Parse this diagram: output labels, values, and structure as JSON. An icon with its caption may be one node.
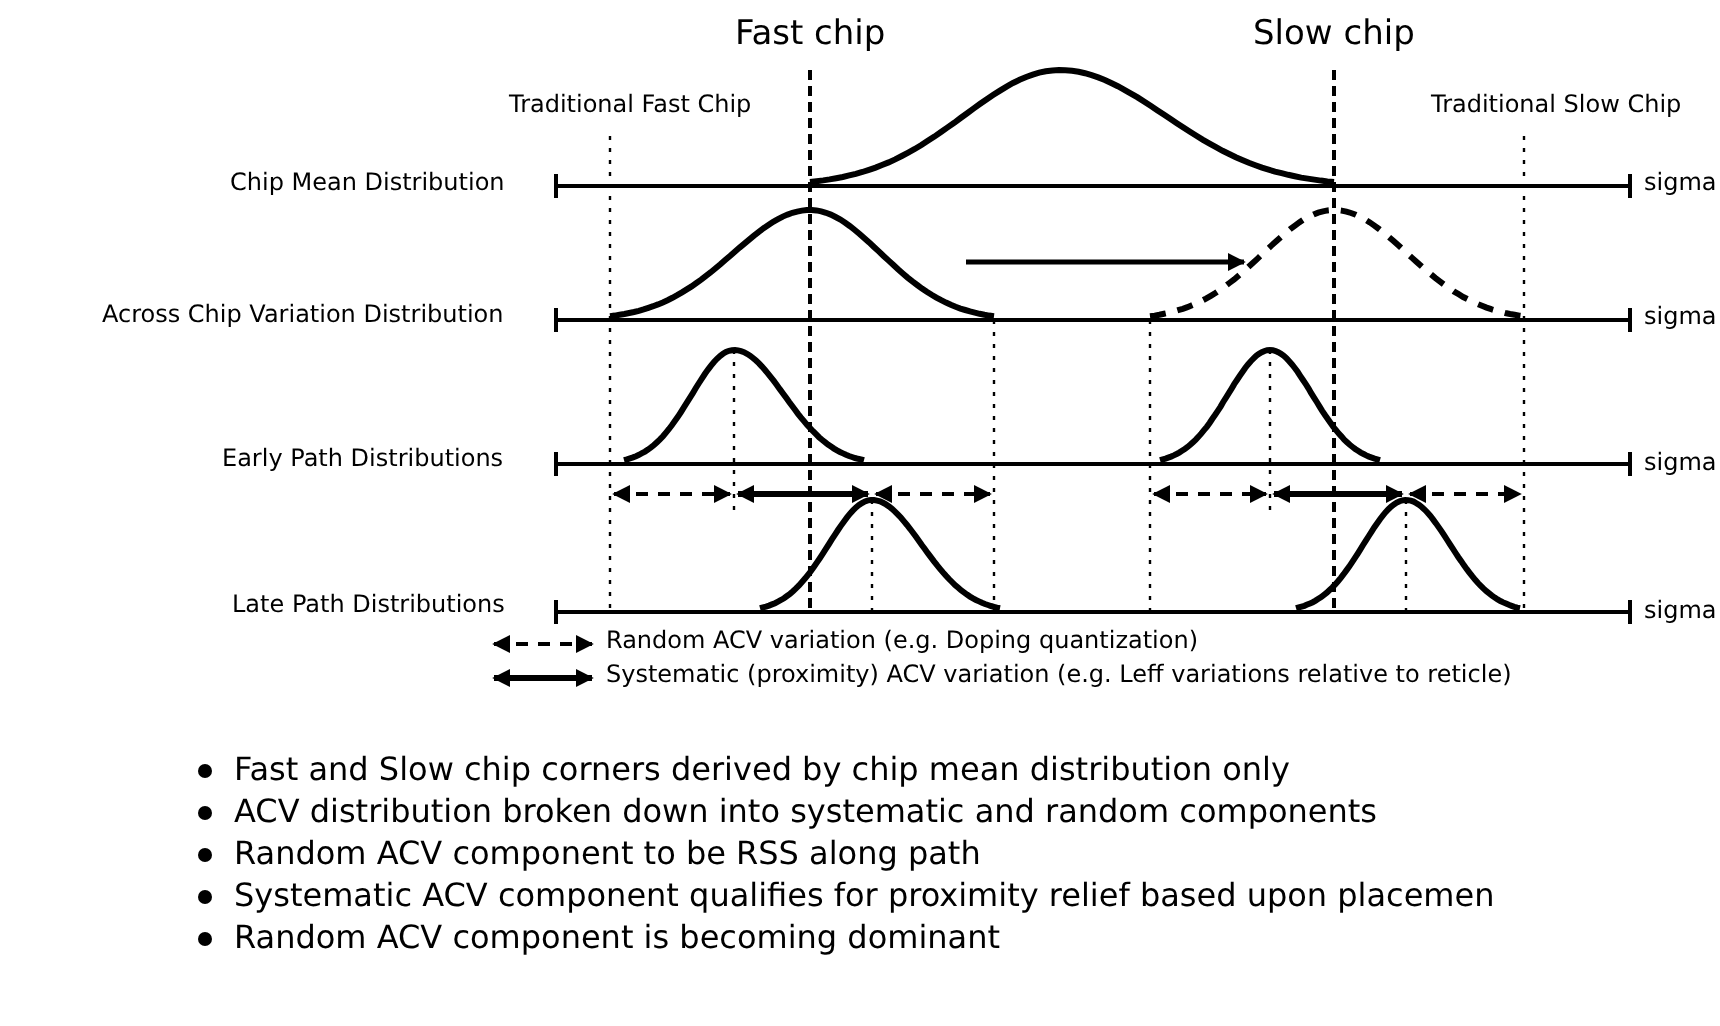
{
  "diagram": {
    "labels": [
      "Fast chip",
      "Slow chip",
      "Traditional Fast Chip",
      "Traditional Slow Chip",
      "Chip Mean Distribution",
      "sigma",
      "Across Chip Variation Distribution",
      "sigma",
      "Early Path Distributions",
      "sigma",
      "Late Path Distributions",
      "sigma",
      "Fast and Slow chip corners derived by chip mean distribution only",
      "ACV distribution broken down into systematic and random components",
      "Random ACV component to be RSS along path",
      "Systematic ACV component qualifies for proximity relief based upon placemen",
      "Random ACV component is becoming dominant"
    ],
    "legend": [
      {
        "text": "Random ACV variation (e.g. Doping quantization)"
      },
      {
        "text": "Systematic (proximity) ACV variation (e.g. Leff variations relative to reticle)"
      }
    ]
  }
}
